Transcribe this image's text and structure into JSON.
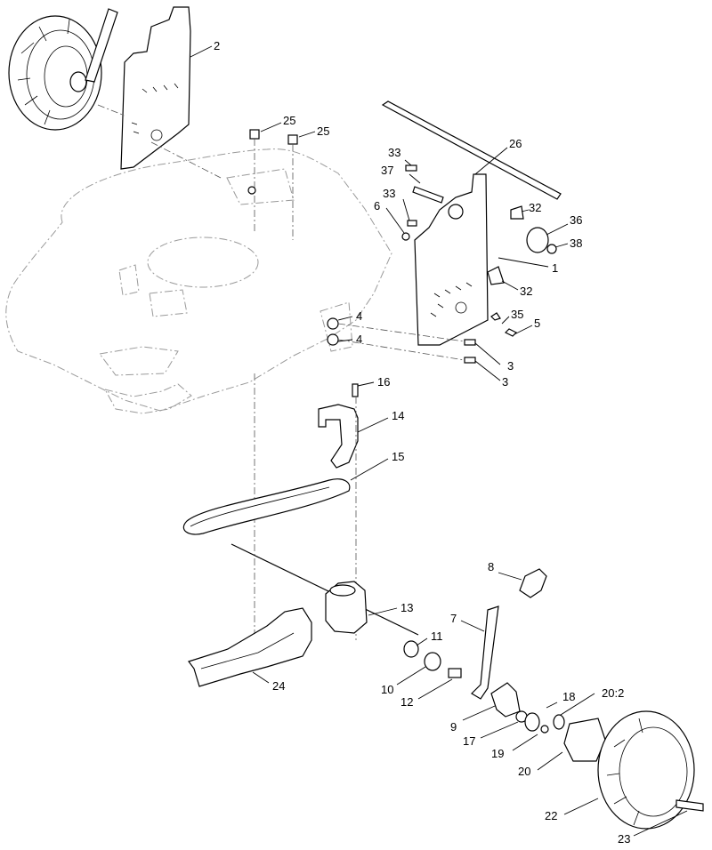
{
  "callouts": [
    {
      "id": "c2",
      "text": "2"
    },
    {
      "id": "c25a",
      "text": "25"
    },
    {
      "id": "c25b",
      "text": "25"
    },
    {
      "id": "c26",
      "text": "26"
    },
    {
      "id": "c33a",
      "text": "33"
    },
    {
      "id": "c37",
      "text": "37"
    },
    {
      "id": "c33b",
      "text": "33"
    },
    {
      "id": "c32a",
      "text": "32"
    },
    {
      "id": "c6",
      "text": "6"
    },
    {
      "id": "c36",
      "text": "36"
    },
    {
      "id": "c38",
      "text": "38"
    },
    {
      "id": "c1",
      "text": "1"
    },
    {
      "id": "c32b",
      "text": "32"
    },
    {
      "id": "c35",
      "text": "35"
    },
    {
      "id": "c4a",
      "text": "4"
    },
    {
      "id": "c5",
      "text": "5"
    },
    {
      "id": "c4b",
      "text": "4"
    },
    {
      "id": "c3a",
      "text": "3"
    },
    {
      "id": "c3b",
      "text": "3"
    },
    {
      "id": "c16",
      "text": "16"
    },
    {
      "id": "c14",
      "text": "14"
    },
    {
      "id": "c15",
      "text": "15"
    },
    {
      "id": "c8",
      "text": "8"
    },
    {
      "id": "c13",
      "text": "13"
    },
    {
      "id": "c7",
      "text": "7"
    },
    {
      "id": "c11",
      "text": "11"
    },
    {
      "id": "c24",
      "text": "24"
    },
    {
      "id": "c10",
      "text": "10"
    },
    {
      "id": "c12",
      "text": "12"
    },
    {
      "id": "c18",
      "text": "18"
    },
    {
      "id": "c20-2",
      "text": "20:2"
    },
    {
      "id": "c9",
      "text": "9"
    },
    {
      "id": "c17",
      "text": "17"
    },
    {
      "id": "c19",
      "text": "19"
    },
    {
      "id": "c20",
      "text": "20"
    },
    {
      "id": "c22",
      "text": "22"
    },
    {
      "id": "c23",
      "text": "23"
    }
  ]
}
